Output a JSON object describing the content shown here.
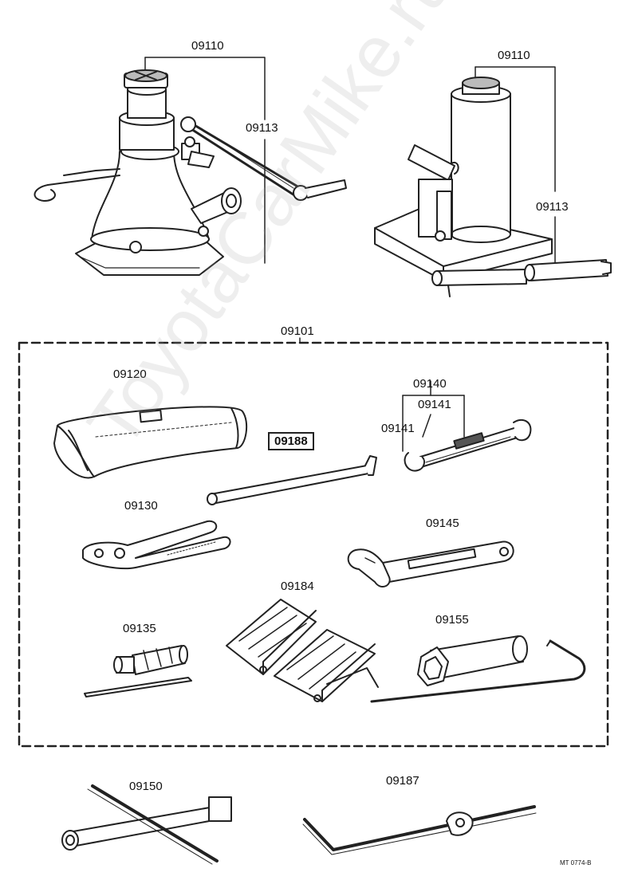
{
  "labels": {
    "jack1_assy": "09110",
    "jack1_handle": "09113",
    "jack2_assy": "09110",
    "jack2_handle": "09113",
    "tool_set": "09101",
    "bag": "09120",
    "highlight": "09188",
    "wrench_set": "09140",
    "wrench_a": "09141",
    "wrench_b": "09141",
    "pliers": "09130",
    "adjustable": "09145",
    "chocks": "09184",
    "screwdriver": "09135",
    "socket": "09155",
    "lug_wrench": "09150",
    "crank": "09187"
  },
  "drawing_code": "MT 0774-B",
  "watermark": "ToyotaCarMike.ru",
  "colors": {
    "line": "#222222",
    "fill": "#ffffff",
    "shade": "#cfcfcf"
  }
}
